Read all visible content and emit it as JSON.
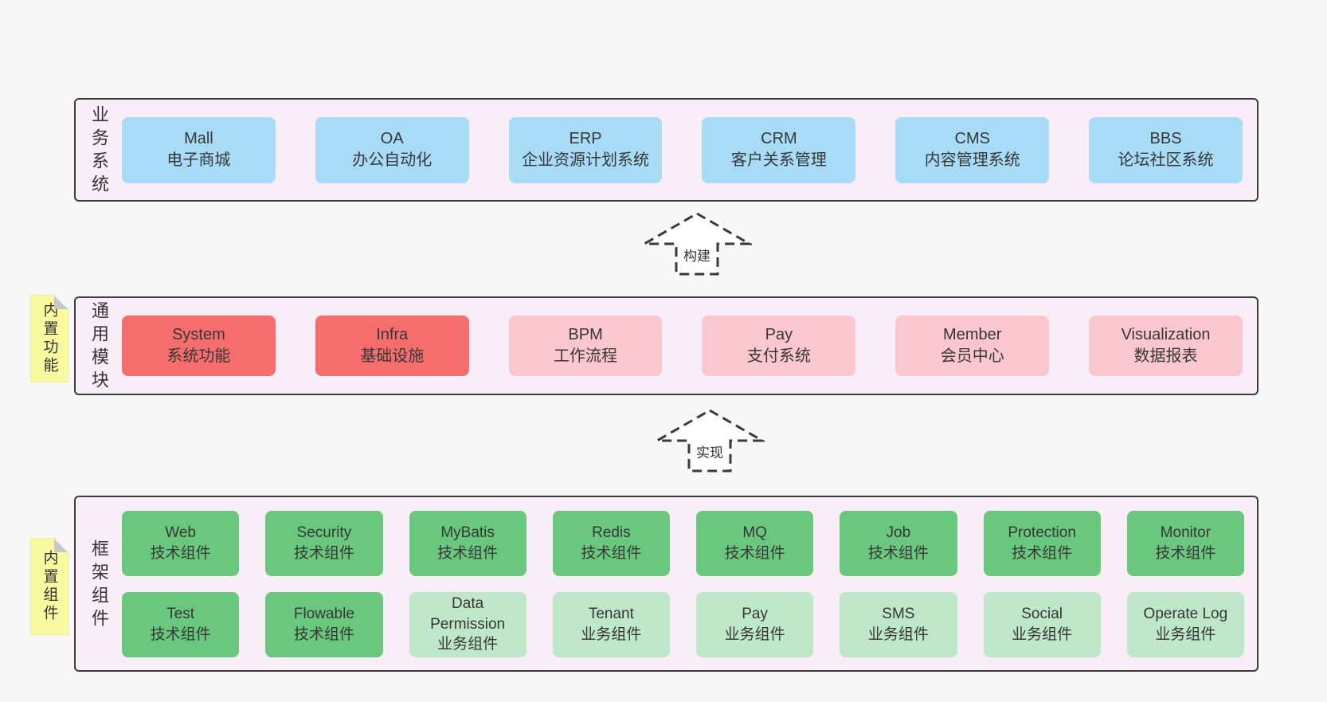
{
  "layers": {
    "business": {
      "label": "业务系统",
      "boxes": [
        {
          "name": "Mall",
          "desc": "电子商城"
        },
        {
          "name": "OA",
          "desc": "办公自动化"
        },
        {
          "name": "ERP",
          "desc": "企业资源计划系统"
        },
        {
          "name": "CRM",
          "desc": "客户关系管理"
        },
        {
          "name": "CMS",
          "desc": "内容管理系统"
        },
        {
          "name": "BBS",
          "desc": "论坛社区系统"
        }
      ]
    },
    "modules": {
      "label": "通用模块",
      "tag": "内置功能",
      "boxes": [
        {
          "name": "System",
          "desc": "系统功能"
        },
        {
          "name": "Infra",
          "desc": "基础设施"
        },
        {
          "name": "BPM",
          "desc": "工作流程"
        },
        {
          "name": "Pay",
          "desc": "支付系统"
        },
        {
          "name": "Member",
          "desc": "会员中心"
        },
        {
          "name": "Visualization",
          "desc": "数据报表"
        }
      ]
    },
    "framework": {
      "label": "框架组件",
      "tag": "内置组件",
      "row1": [
        {
          "name": "Web",
          "desc": "技术组件"
        },
        {
          "name": "Security",
          "desc": "技术组件"
        },
        {
          "name": "MyBatis",
          "desc": "技术组件"
        },
        {
          "name": "Redis",
          "desc": "技术组件"
        },
        {
          "name": "MQ",
          "desc": "技术组件"
        },
        {
          "name": "Job",
          "desc": "技术组件"
        },
        {
          "name": "Protection",
          "desc": "技术组件"
        },
        {
          "name": "Monitor",
          "desc": "技术组件"
        }
      ],
      "row2": [
        {
          "name": "Test",
          "desc": "技术组件"
        },
        {
          "name": "Flowable",
          "desc": "技术组件"
        },
        {
          "name": "Data Permission",
          "desc": "业务组件"
        },
        {
          "name": "Tenant",
          "desc": "业务组件"
        },
        {
          "name": "Pay",
          "desc": "业务组件"
        },
        {
          "name": "SMS",
          "desc": "业务组件"
        },
        {
          "name": "Social",
          "desc": "业务组件"
        },
        {
          "name": "Operate Log",
          "desc": "业务组件"
        }
      ]
    }
  },
  "arrows": [
    {
      "label": "构建"
    },
    {
      "label": "实现"
    }
  ],
  "colors": {
    "page_bg": "#f7f7f7",
    "panel_bg": "#f9eef8",
    "panel_border": "#3c3c3c",
    "blue_box": "#a8dcf6",
    "red_box": "#f56d6d",
    "pink_box": "#fbc7ce",
    "green_box": "#69c87d",
    "light_green_box": "#bfe7c9",
    "tag_yellow": "#f9f9a0",
    "fold_gray": "#c7c7c7",
    "text": "#373737"
  }
}
